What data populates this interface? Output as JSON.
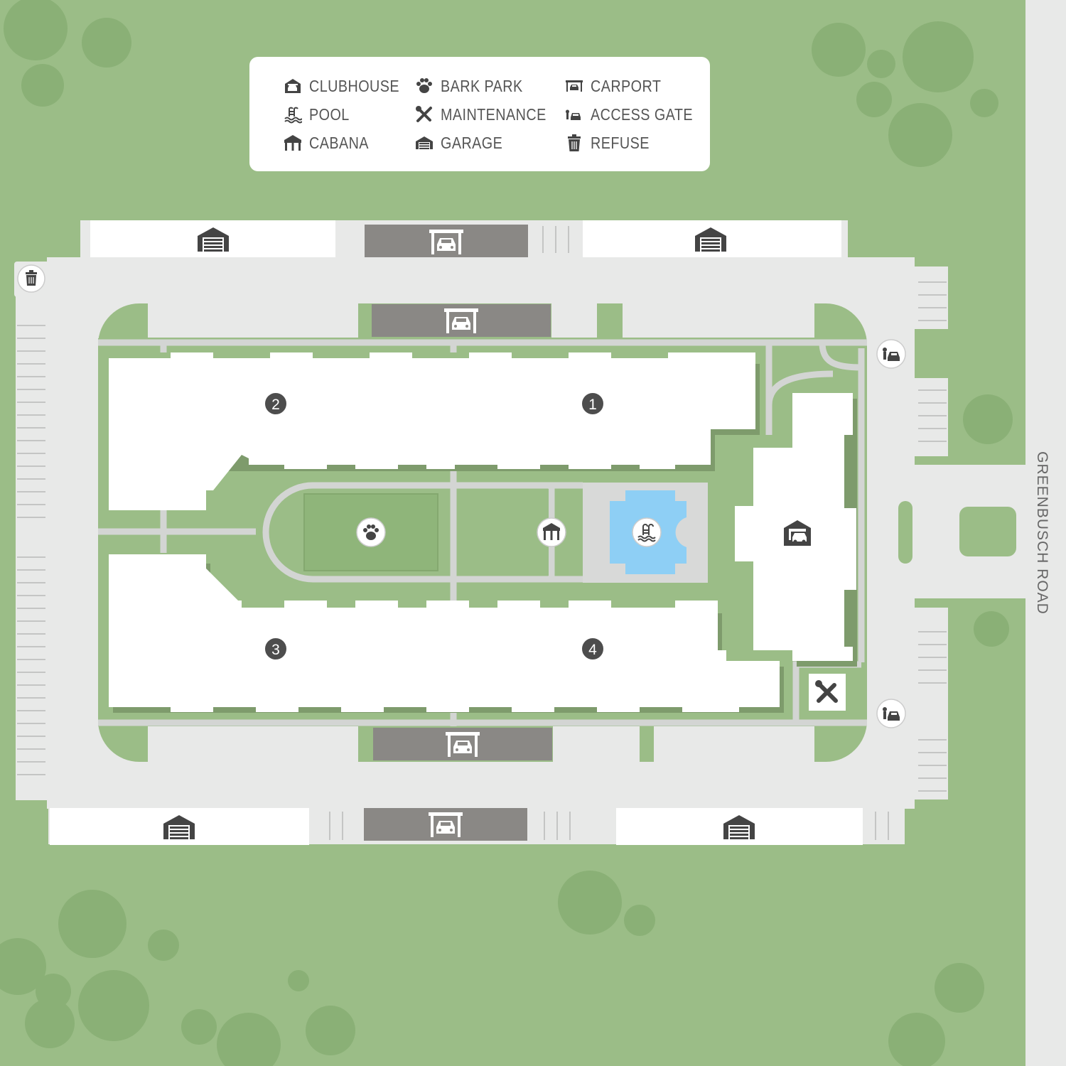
{
  "legend": {
    "items": [
      {
        "label": "CLUBHOUSE",
        "icon": "clubhouse-icon"
      },
      {
        "label": "POOL",
        "icon": "pool-icon"
      },
      {
        "label": "CABANA",
        "icon": "cabana-icon"
      },
      {
        "label": "BARK PARK",
        "icon": "paw-icon"
      },
      {
        "label": "MAINTENANCE",
        "icon": "wrench-icon"
      },
      {
        "label": "GARAGE",
        "icon": "garage-icon"
      },
      {
        "label": "CARPORT",
        "icon": "carport-icon"
      },
      {
        "label": "ACCESS GATE",
        "icon": "access-gate-icon"
      },
      {
        "label": "REFUSE",
        "icon": "trash-icon"
      }
    ]
  },
  "buildings": [
    "1",
    "2",
    "3",
    "4"
  ],
  "road": {
    "name": "GREENBUSCH ROAD"
  },
  "colors": {
    "grass": "#9bbd87",
    "lawn": "#8fb57a",
    "pavement": "#e8e9e8",
    "building": "#ffffff",
    "carport": "#8a8885",
    "pool": "#8ecff5",
    "badge": "#4d4d4d",
    "icon": "#444444"
  }
}
